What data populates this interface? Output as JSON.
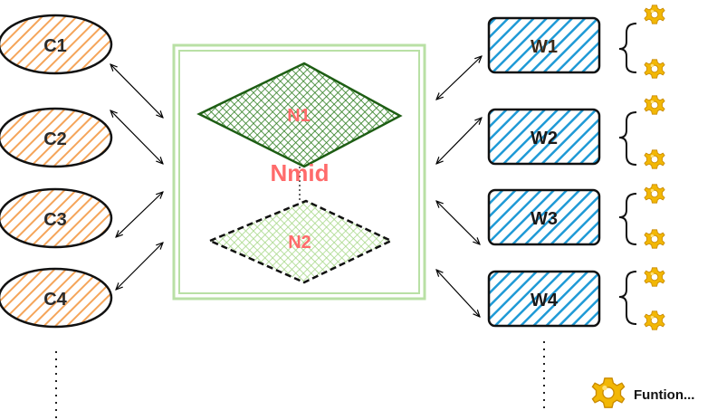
{
  "clients": [
    {
      "label": "C1"
    },
    {
      "label": "C2"
    },
    {
      "label": "C3"
    },
    {
      "label": "C4"
    }
  ],
  "workers": [
    {
      "label": "W1"
    },
    {
      "label": "W2"
    },
    {
      "label": "W3"
    },
    {
      "label": "W4"
    }
  ],
  "center": {
    "node1_label": "N1",
    "mid_label": "Nmid",
    "node2_label": "N2"
  },
  "legend": {
    "icon": "gear-icon",
    "label": "Funtion..."
  },
  "colors": {
    "client_fill": "#f5a55a",
    "client_hatch": "#f7b27a",
    "worker_fill": "#1f9ad6",
    "worker_hatch": "#45b3e6",
    "center_border": "#b9e0a5",
    "n1_fill": "#2d7d1f",
    "n2_fill": "#a9d98a",
    "node_text": "#ff6b6b",
    "gear": "#f0b400"
  }
}
